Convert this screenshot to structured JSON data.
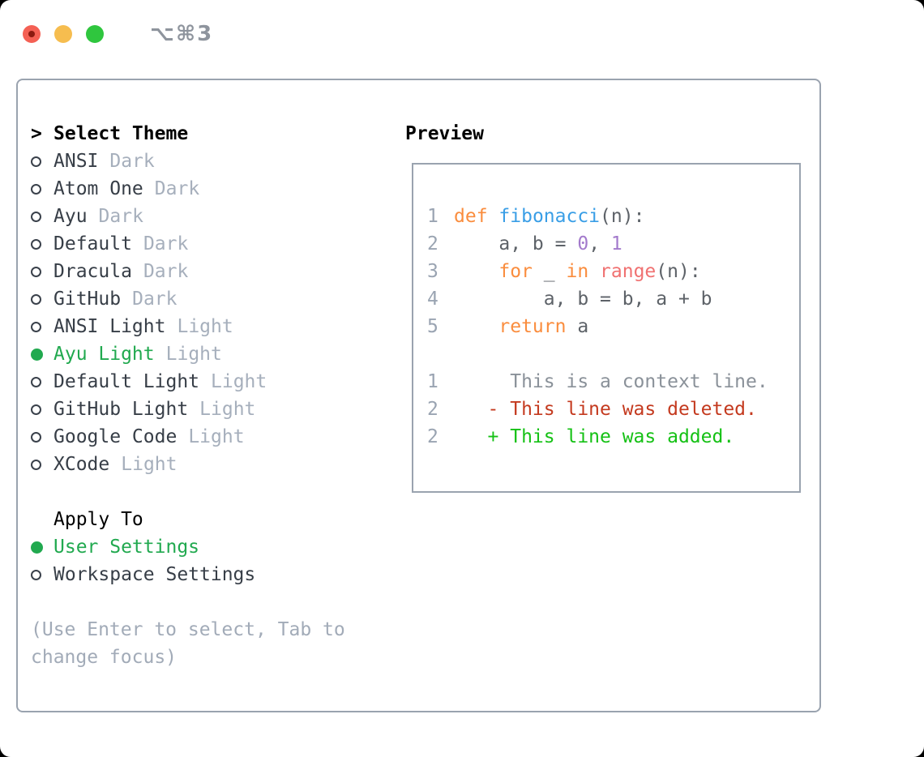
{
  "titlebar": {
    "shortcut": "⌥⌘3",
    "traffic_lights": {
      "close_color": "#F46054",
      "close_has_unsaved_dot": true,
      "minimize_color": "#F6BD4F",
      "maximize_color": "#2FC63E"
    }
  },
  "theme_selector": {
    "header": {
      "prefix": ">",
      "label": "Select Theme"
    },
    "items": [
      {
        "name": "ANSI",
        "variant": "Dark",
        "selected": false
      },
      {
        "name": "Atom One",
        "variant": "Dark",
        "selected": false
      },
      {
        "name": "Ayu",
        "variant": "Dark",
        "selected": false
      },
      {
        "name": "Default",
        "variant": "Dark",
        "selected": false
      },
      {
        "name": "Dracula",
        "variant": "Dark",
        "selected": false
      },
      {
        "name": "GitHub",
        "variant": "Dark",
        "selected": false
      },
      {
        "name": "ANSI Light",
        "variant": "Light",
        "selected": false
      },
      {
        "name": "Ayu Light",
        "variant": "Light",
        "selected": true
      },
      {
        "name": "Default Light",
        "variant": "Light",
        "selected": false
      },
      {
        "name": "GitHub Light",
        "variant": "Light",
        "selected": false
      },
      {
        "name": "Google Code",
        "variant": "Light",
        "selected": false
      },
      {
        "name": "XCode",
        "variant": "Light",
        "selected": false
      }
    ]
  },
  "apply_to": {
    "header": "Apply To",
    "items": [
      {
        "label": "User Settings",
        "selected": true
      },
      {
        "label": "Workspace Settings",
        "selected": false
      }
    ]
  },
  "help_text": "(Use Enter to select, Tab to change focus)",
  "preview": {
    "title": "Preview",
    "code_lines": [
      {
        "num": "1",
        "tokens": [
          [
            "def",
            "kw"
          ],
          [
            " ",
            "pl"
          ],
          [
            "fibonacci",
            "fn"
          ],
          [
            "(n):",
            "pl"
          ]
        ]
      },
      {
        "num": "2",
        "tokens": [
          [
            "    a, b = ",
            "pl"
          ],
          [
            "0",
            "num"
          ],
          [
            ", ",
            "pl"
          ],
          [
            "1",
            "num"
          ]
        ]
      },
      {
        "num": "3",
        "tokens": [
          [
            "    ",
            "pl"
          ],
          [
            "for",
            "kw"
          ],
          [
            " _ ",
            "pl"
          ],
          [
            "in",
            "kw"
          ],
          [
            " ",
            "pl"
          ],
          [
            "range",
            "bi"
          ],
          [
            "(n):",
            "pl"
          ]
        ]
      },
      {
        "num": "4",
        "tokens": [
          [
            "        a, b = b, a + b",
            "pl"
          ]
        ]
      },
      {
        "num": "5",
        "tokens": [
          [
            "    ",
            "pl"
          ],
          [
            "return",
            "kw"
          ],
          [
            " a",
            "pl"
          ]
        ]
      },
      {
        "num": "",
        "tokens": []
      },
      {
        "num": "1",
        "tokens": [
          [
            "     This is a context line.",
            "ctx"
          ]
        ]
      },
      {
        "num": "2",
        "tokens": [
          [
            "   - This line was deleted.",
            "del"
          ]
        ]
      },
      {
        "num": "2",
        "tokens": [
          [
            "   + This line was added.",
            "add"
          ]
        ]
      }
    ]
  },
  "colors": {
    "accent_green": "#21A94F",
    "muted_gray": "#A6AFBC",
    "panel_border": "#9AA3AF",
    "code_default": "#5D6268",
    "keyword_orange": "#FA8D3E",
    "function_blue": "#399EE6",
    "number_purple": "#A37ACC",
    "builtin_coral": "#F07171",
    "diff_deleted_red": "#C43A1F",
    "diff_added_green": "#15C115",
    "line_number_gray": "#9AA4B2"
  }
}
